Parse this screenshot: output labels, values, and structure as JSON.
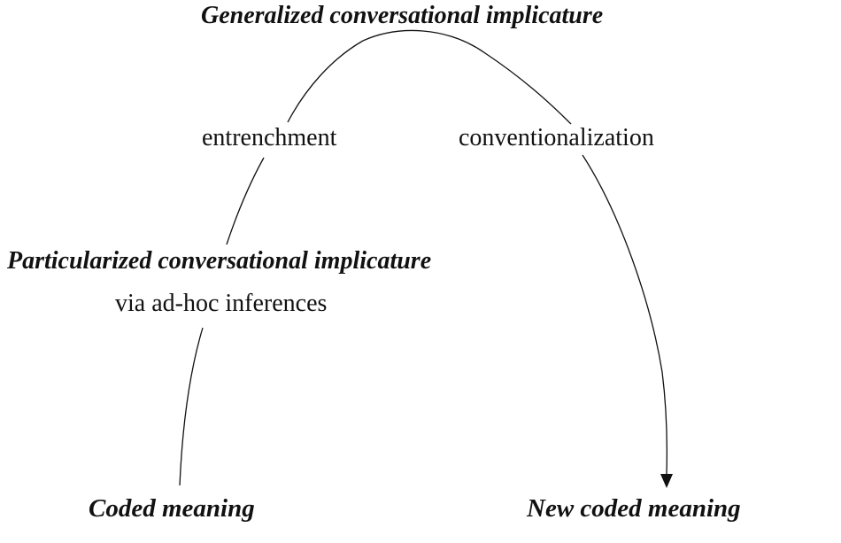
{
  "diagram": {
    "nodes": {
      "gci": "Generalized conversational implicature",
      "pci": "Particularized conversational implicature",
      "pci_sub": "via ad-hoc inferences",
      "coded": "Coded meaning",
      "new_coded": "New coded meaning"
    },
    "processes": {
      "entrenchment": "entrenchment",
      "conventionalization": "conventionalization"
    },
    "colors": {
      "ink": "#111111",
      "background": "#ffffff"
    }
  }
}
